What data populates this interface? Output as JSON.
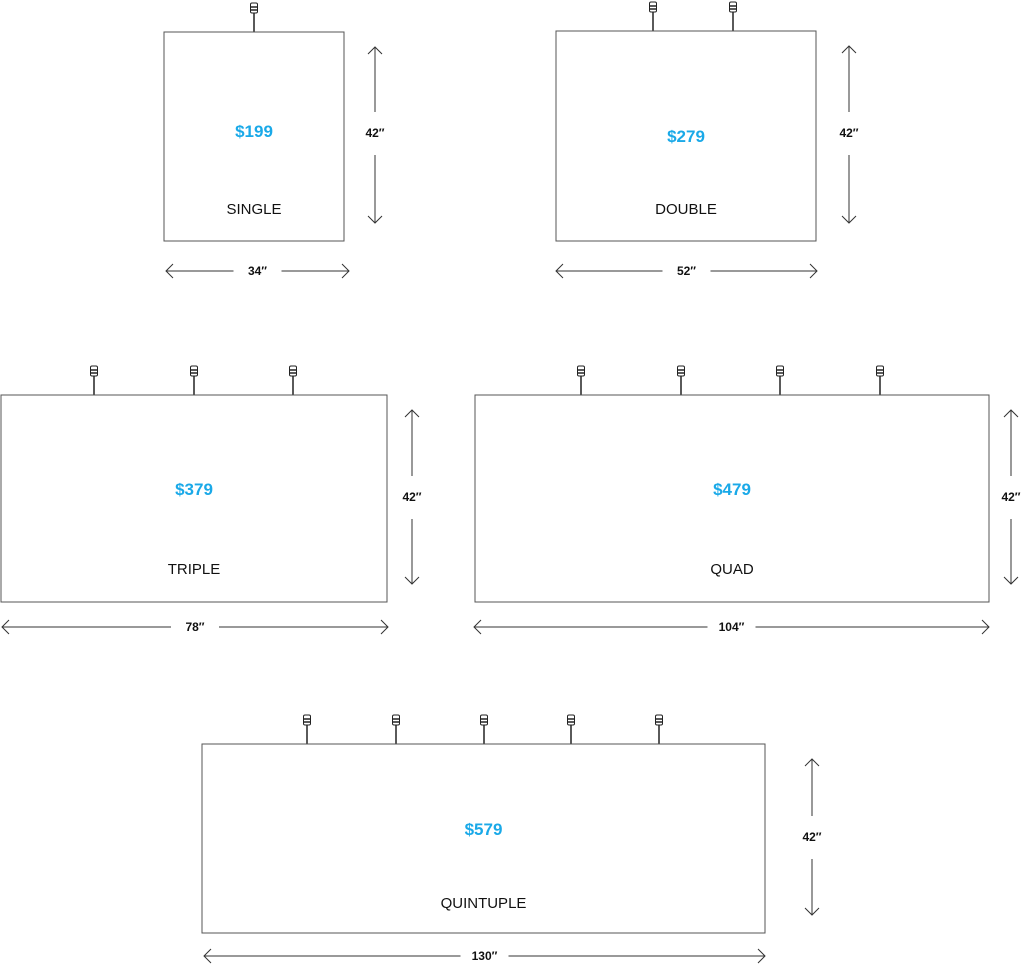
{
  "accent_color": "#1aa9e8",
  "panels": [
    {
      "name": "SINGLE",
      "price": "$199",
      "width_label": "34″",
      "height_label": "42″",
      "width_in": 34,
      "height_in": 42,
      "hangers": 1
    },
    {
      "name": "DOUBLE",
      "price": "$279",
      "width_label": "52″",
      "height_label": "42″",
      "width_in": 52,
      "height_in": 42,
      "hangers": 2
    },
    {
      "name": "TRIPLE",
      "price": "$379",
      "width_label": "78″",
      "height_label": "42″",
      "width_in": 78,
      "height_in": 42,
      "hangers": 3
    },
    {
      "name": "QUAD",
      "price": "$479",
      "width_label": "104″",
      "height_label": "42″",
      "width_in": 104,
      "height_in": 42,
      "hangers": 4
    },
    {
      "name": "QUINTUPLE",
      "price": "$579",
      "width_label": "130″",
      "height_label": "42″",
      "width_in": 130,
      "height_in": 42,
      "hangers": 5
    }
  ]
}
